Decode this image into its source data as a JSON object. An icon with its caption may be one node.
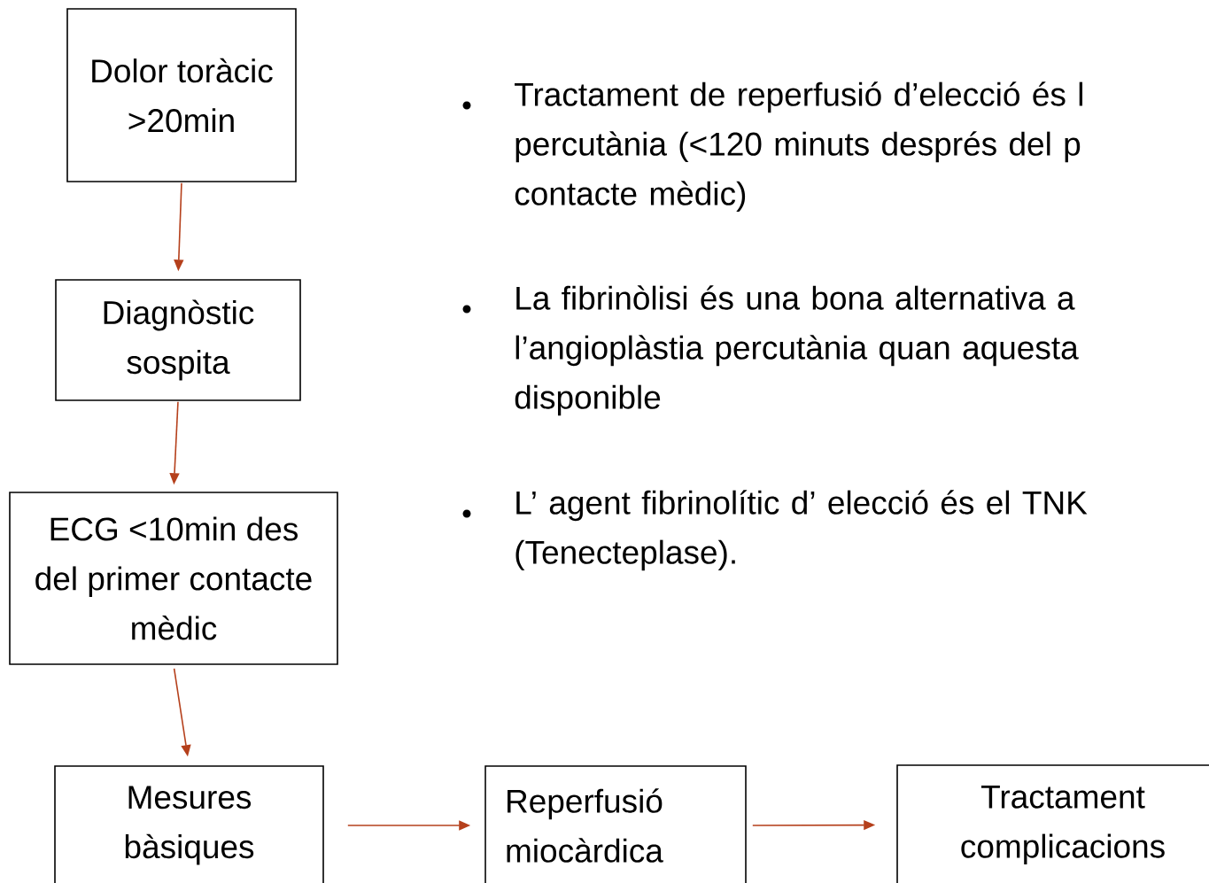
{
  "diagram": {
    "nodes": [
      {
        "text": [
          "Dolor toràcic >20min"
        ]
      },
      {
        "text": [
          "Diagnòstic sospita"
        ]
      },
      {
        "text": [
          "ECG <10min des del primer contacte mèdic"
        ]
      },
      {
        "text": [
          "Mesures bàsiques"
        ]
      },
      {
        "text": [
          "Reperfusió miocàrdica"
        ]
      },
      {
        "text": [
          "Tractament complicacions"
        ]
      }
    ],
    "edges": [
      {
        "from": 0,
        "to": 1,
        "arrow": "to"
      },
      {
        "from": 1,
        "to": 2,
        "arrow": "to"
      },
      {
        "from": 2,
        "to": 3,
        "arrow": "to"
      },
      {
        "from": 3,
        "to": 4,
        "arrow": "to"
      },
      {
        "from": 4,
        "to": 5,
        "arrow": "to"
      }
    ],
    "labels": [
      "Tractament de reperfusió d’elecció és l percutània (<120 minuts després del p contacte mèdic)",
      "La fibrinòlisi és una bona alternativa a l’angioplàstia percutània quan aquesta disponible",
      "L’ agent fibrinolític d’ elecció és el TNK (Tenecteplase)."
    ]
  }
}
